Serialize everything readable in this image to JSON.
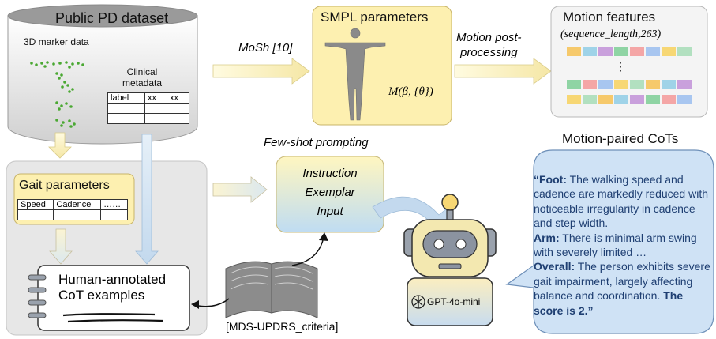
{
  "dataset": {
    "title": "Public PD dataset",
    "marker_label": "3D marker data",
    "metadata_label": "Clinical metadata",
    "table_headers": [
      "label",
      "xx",
      "xx"
    ]
  },
  "mosh": {
    "label": "MoSh [10]"
  },
  "smpl": {
    "title": "SMPL parameters",
    "formula": "M(β, {θ})"
  },
  "postproc": {
    "label_line1": "Motion post-",
    "label_line2": "processing"
  },
  "features": {
    "title": "Motion features",
    "shape": "(sequence_length,263)",
    "ellipsis": "⋮"
  },
  "gait": {
    "title": "Gait parameters",
    "headers": [
      "Speed",
      "Cadence",
      "……"
    ]
  },
  "human_cot": {
    "line1": "Human-annotated",
    "line2": "CoT examples"
  },
  "prompting": {
    "title": "Few-shot prompting",
    "line1": "Instruction",
    "line2": "Exemplar",
    "line3": "Input"
  },
  "criteria": {
    "label": "[MDS-UPDRS_criteria]"
  },
  "robot": {
    "label": "GPT-4o-mini"
  },
  "cots": {
    "title": "Motion-paired CoTs",
    "foot_label": "“Foot:",
    "foot_text": " The walking speed and cadence are markedly reduced with noticeable irregularity in cadence and step width.",
    "arm_label": "Arm:",
    "arm_text": " There is minimal arm swing with severely limited …",
    "overall_label": "Overall:",
    "overall_text": " The person exhibits severe gait impairment, largely affecting balance and coordination.",
    "score_text": " The score is 2.”"
  },
  "colors": {
    "accent_yellow": "#fff3b0",
    "accent_blue": "#c9dff2",
    "bubble_fill": "#cfe2f5",
    "bubble_text": "#1f3f72",
    "features_palette": [
      "#f6c96b",
      "#9fd3e8",
      "#c9a0dc",
      "#8fd4a4",
      "#f4a6a6",
      "#a8c6f0",
      "#f7d774",
      "#b2e0c0"
    ]
  }
}
